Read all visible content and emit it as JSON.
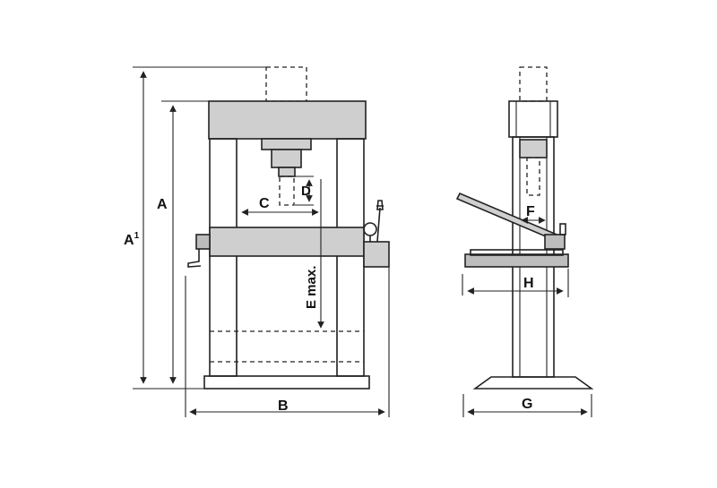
{
  "labels": {
    "a": "A",
    "a1_main": "A",
    "a1_sup": "1",
    "b": "B",
    "c": "C",
    "d": "D",
    "e": "E max.",
    "f": "F",
    "g": "G",
    "h": "H"
  },
  "colors": {
    "line": "#222222",
    "fill_light": "#cfcfcf",
    "fill_dark": "#bdbdbd"
  }
}
